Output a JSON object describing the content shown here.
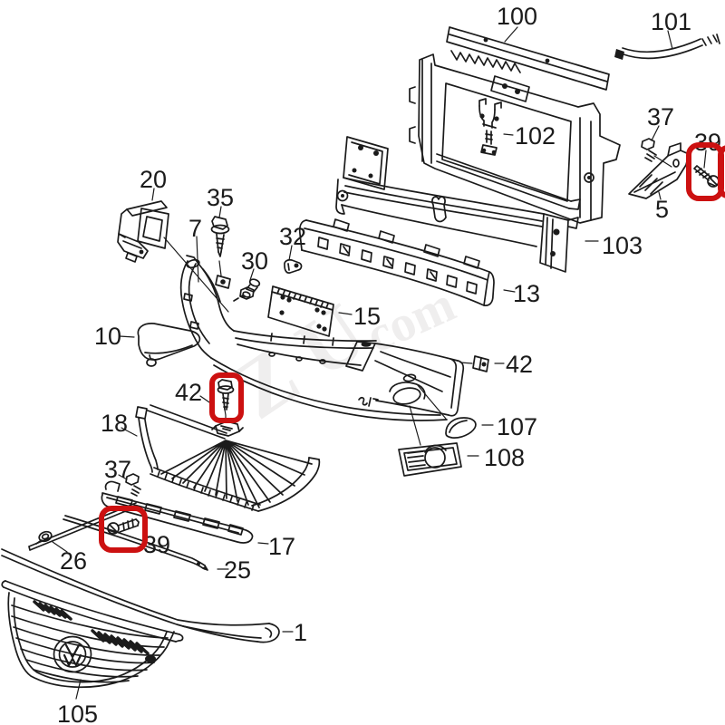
{
  "diagram": {
    "type": "exploded-parts-diagram",
    "subject": "front bumper and radiator support assembly",
    "background": "#ffffff",
    "line_color": "#1b1b1b",
    "highlight_color": "#cc1111",
    "watermark_color": "#efeeee",
    "watermark_fragments": {
      "a": "Z",
      "b": "U",
      "c": "com"
    }
  },
  "labels": {
    "p100": "100",
    "p101": "101",
    "p102": "102",
    "p103": "103",
    "p37r": "37",
    "p39r": "39",
    "p5": "5",
    "p20": "20",
    "p35": "35",
    "p7": "7",
    "p30": "30",
    "p32": "32",
    "p15": "15",
    "p13": "13",
    "p10": "10",
    "p42r": "42",
    "p107": "107",
    "p108": "108",
    "p42l": "42",
    "p18": "18",
    "p37l": "37",
    "p39l": "39",
    "p17": "17",
    "p26": "26",
    "p25": "25",
    "p1": "1",
    "p105": "105"
  },
  "highlights": {
    "right_bolt_39": "red rounded box",
    "center_screw_42": "red rounded box",
    "left_screw_39": "red rounded box",
    "edge_sliver": "red rounded box clipped at right edge"
  }
}
